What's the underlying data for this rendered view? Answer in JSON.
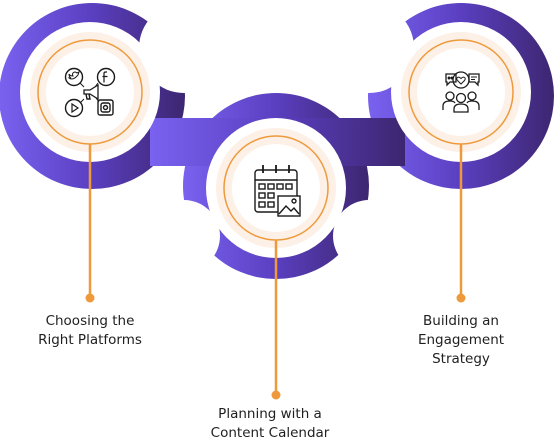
{
  "steps": [
    {
      "label": "Choosing the\nRight Platforms",
      "icon": "social-media-platforms-icon"
    },
    {
      "label": "Planning with a\nContent Calendar",
      "icon": "content-calendar-icon"
    },
    {
      "label": "Building an\nEngagement\nStrategy",
      "icon": "engagement-community-icon"
    }
  ],
  "colors": {
    "band_start": "#7a62f0",
    "band_end": "#3d2670",
    "inner_fill": "#fdf0e6",
    "accent": "#ee9a3c",
    "icon_stroke": "#1a1a1a"
  }
}
